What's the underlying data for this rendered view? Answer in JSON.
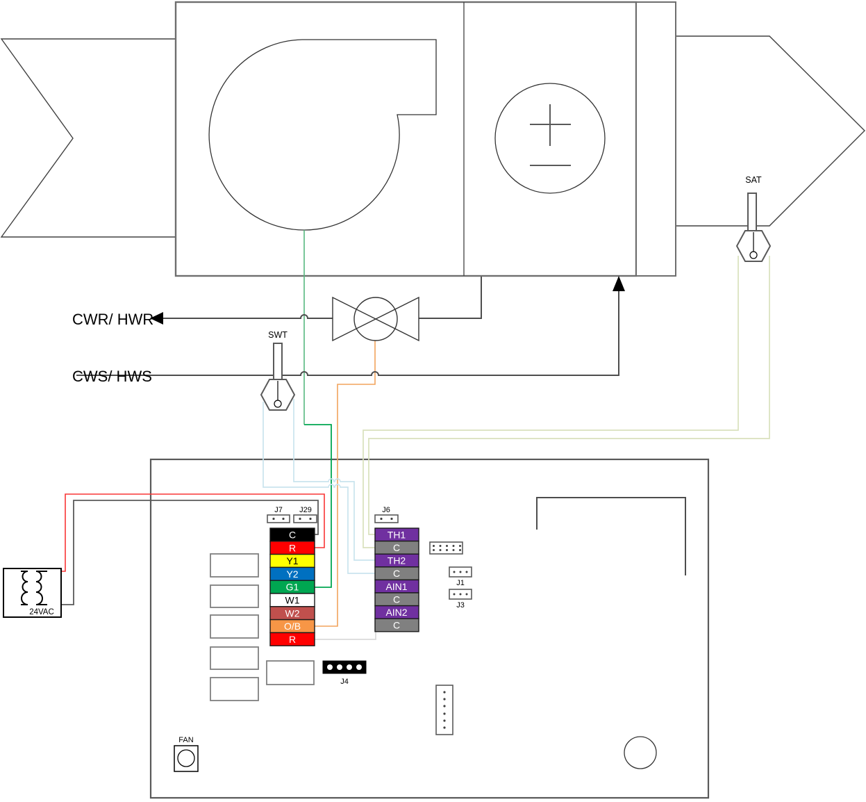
{
  "diagram": {
    "pipe_labels": {
      "return": "CWR/ HWR",
      "supply": "CWS/ HWS"
    },
    "sensors": {
      "supply_air": "SAT",
      "supply_water": "SWT"
    },
    "transformer": {
      "label": "24VAC"
    },
    "fan_button": {
      "label": "FAN"
    }
  },
  "connectors": {
    "j7": {
      "label": "J7"
    },
    "j29": {
      "label": "J29"
    },
    "j6": {
      "label": "J6"
    },
    "j1": {
      "label": "J1"
    },
    "j3": {
      "label": "J3"
    },
    "j4": {
      "label": "J4"
    }
  },
  "terminal_blocks": {
    "thermostat": [
      {
        "label": "C",
        "color": "#000000",
        "text_color": "#ffffff"
      },
      {
        "label": "R",
        "color": "#ff0000",
        "text_color": "#ffffff"
      },
      {
        "label": "Y1",
        "color": "#ffff00",
        "text_color": "#000000"
      },
      {
        "label": "Y2",
        "color": "#0070c0",
        "text_color": "#ffffff"
      },
      {
        "label": "G1",
        "color": "#00a651",
        "text_color": "#ffffff"
      },
      {
        "label": "W1",
        "color": "#ffffff",
        "text_color": "#000000"
      },
      {
        "label": "W2",
        "color": "#c0504d",
        "text_color": "#ffffff"
      },
      {
        "label": "O/B",
        "color": "#f79646",
        "text_color": "#ffffff"
      },
      {
        "label": "R",
        "color": "#ff0000",
        "text_color": "#ffffff"
      }
    ],
    "sensor_inputs": [
      {
        "label": "TH1",
        "color": "#7030a0",
        "text_color": "#ffffff"
      },
      {
        "label": "C",
        "color": "#808080",
        "text_color": "#ffffff"
      },
      {
        "label": "TH2",
        "color": "#7030a0",
        "text_color": "#ffffff"
      },
      {
        "label": "C",
        "color": "#808080",
        "text_color": "#ffffff"
      },
      {
        "label": "AIN1",
        "color": "#7030a0",
        "text_color": "#ffffff"
      },
      {
        "label": "C",
        "color": "#808080",
        "text_color": "#ffffff"
      },
      {
        "label": "AIN2",
        "color": "#7030a0",
        "text_color": "#ffffff"
      },
      {
        "label": "C",
        "color": "#808080",
        "text_color": "#ffffff"
      }
    ]
  },
  "wire_colors": {
    "red": "#f93535",
    "common_gray": "#595959",
    "green_upper": "#57b87f",
    "green": "#00a651",
    "orange": "#f2a35c",
    "sat_khaki": "#d9e1bd",
    "swt_blue": "#c9e4ee",
    "jumper_gray": "#d9d9d9"
  }
}
